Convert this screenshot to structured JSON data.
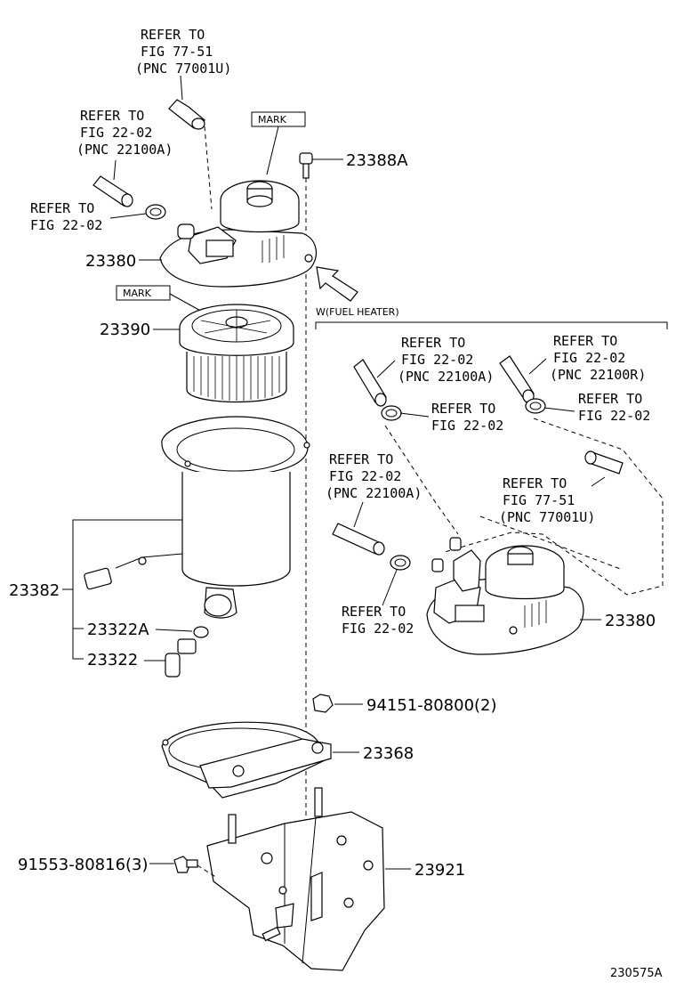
{
  "refs": {
    "r1": [
      "REFER TO",
      "FIG 77-51",
      "(PNC 77001U)"
    ],
    "r2": [
      "REFER TO",
      "FIG 22-02",
      "(PNC 22100A)"
    ],
    "r3": [
      "REFER TO",
      "FIG 22-02"
    ],
    "r4": [
      "REFER TO",
      "FIG 22-02",
      "(PNC 22100A)"
    ],
    "r5": [
      "REFER TO",
      "FIG 22-02",
      "(PNC 22100R)"
    ],
    "r6": [
      "REFER TO",
      "FIG 22-02"
    ],
    "r7": [
      "REFER TO",
      "FIG 22-02"
    ],
    "r8": [
      "REFER TO",
      "FIG 22-02",
      "(PNC 22100A)"
    ],
    "r9": [
      "REFER TO",
      "FIG 77-51",
      "(PNC 77001U)"
    ],
    "r10": [
      "REFER TO",
      "FIG 22-02"
    ]
  },
  "marks": {
    "mark1": "MARK",
    "mark2": "MARK"
  },
  "variant_label": "W(FUEL HEATER)",
  "parts": {
    "p23388A": "23388A",
    "p23380": "23380",
    "p23390": "23390",
    "p23382": "23382",
    "p23322A": "23322A",
    "p23322": "23322",
    "p94151": "94151-80800(2)",
    "p23368": "23368",
    "p91553": "91553-80816(3)",
    "p23921": "23921",
    "p23380b": "23380"
  },
  "figure_id": "230575A"
}
